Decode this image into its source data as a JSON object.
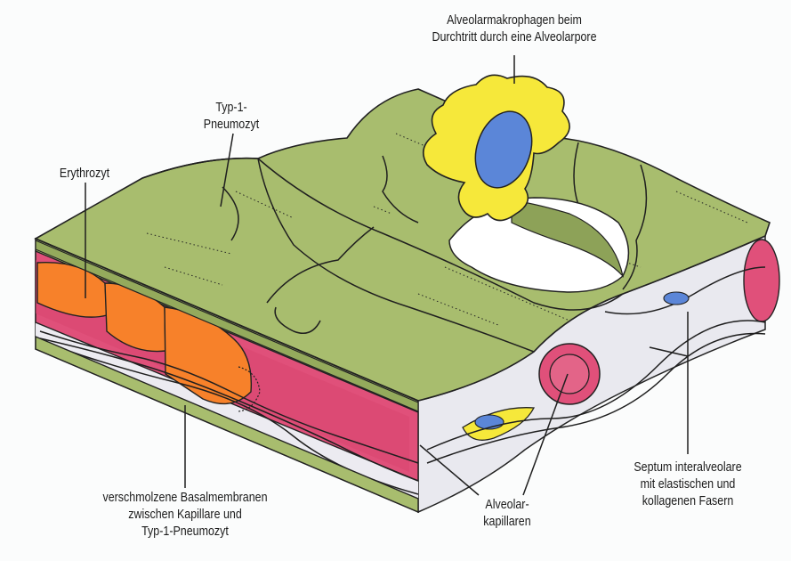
{
  "colors": {
    "background": "#fbfcfc",
    "pneumocyte": "#a8bd6e",
    "pneumocyte_side": "#8da258",
    "macrophage": "#f6e83a",
    "nucleus": "#5b86d8",
    "erythrocyte": "#f7812a",
    "capillary": "#e0507a",
    "septum": "#e9e9ef",
    "fiber": "#c8404c"
  },
  "labels": {
    "macrophage": [
      "Alveolarmakrophagen beim",
      "Durchtritt durch eine Alveolarpore"
    ],
    "type1": [
      "Typ-1-",
      "Pneumozyt"
    ],
    "erythrocyte": [
      "Erythrozyt"
    ],
    "basement": [
      "verschmolzene Basalmembranen",
      "zwischen Kapillare und",
      "Typ-1-Pneumozyt"
    ],
    "capillaries": [
      "Alveolar-",
      "kapillaren"
    ],
    "septum": [
      "Septum interalveolare",
      "mit elastischen und",
      "kollagenen Fasern"
    ]
  }
}
